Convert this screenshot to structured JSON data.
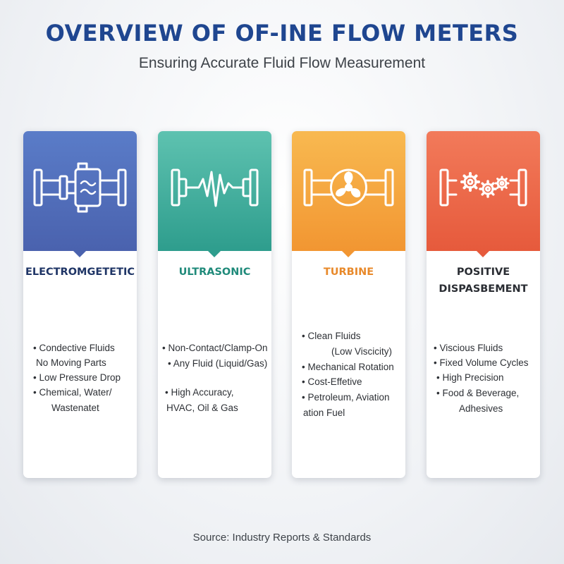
{
  "header": {
    "title": "OVERVIEW OF OF-INE FLOW METERS",
    "subtitle": "Ensuring Accurate Fluid Flow Measurement"
  },
  "cards": [
    {
      "title": "ELECTROMGETETIC",
      "title_color": "#1f3566",
      "icon": "electromagnetic-meter-icon",
      "colors": {
        "top": "#5a7cc8",
        "bottom": "#4a62ae"
      },
      "features": [
        "• Condective Fluids",
        "No Moving Parts",
        "• Low Pressure Drop",
        "• Chemical, Water/",
        "Wastenatet"
      ]
    },
    {
      "title": "ULTRASONIC",
      "title_color": "#1f8a7a",
      "icon": "ultrasonic-meter-icon",
      "colors": {
        "top": "#5ec2b0",
        "bottom": "#2e9d8d"
      },
      "features": [
        "• Non-Contact/Clamp-On",
        "• Any Fluid (Liquid/Gas)",
        "• High Accuracy,",
        "HVAC, Oil & Gas"
      ]
    },
    {
      "title": "TURBINE",
      "title_color": "#e8892a",
      "icon": "turbine-meter-icon",
      "colors": {
        "top": "#f8b950",
        "bottom": "#f29632"
      },
      "features": [
        "• Clean Fluids",
        "(Low Viscicity)",
        "• Mechanical Rotation",
        "• Cost-Effetive",
        "• Petroleum, Aviation",
        "ation Fuel"
      ]
    },
    {
      "title": "POSITIVE\nDISPASBEMENT",
      "title_color": "#2a2d33",
      "icon": "positive-displacement-meter-icon",
      "colors": {
        "top": "#f27a5a",
        "bottom": "#e65a3c"
      },
      "features": [
        "• Viscious Fluids",
        "• Fixed Volume Cycles",
        "• High Precision",
        "• Food & Beverage,",
        "Adhesives"
      ]
    }
  ],
  "footer": {
    "source": "Source: Industry Reports & Standards"
  }
}
